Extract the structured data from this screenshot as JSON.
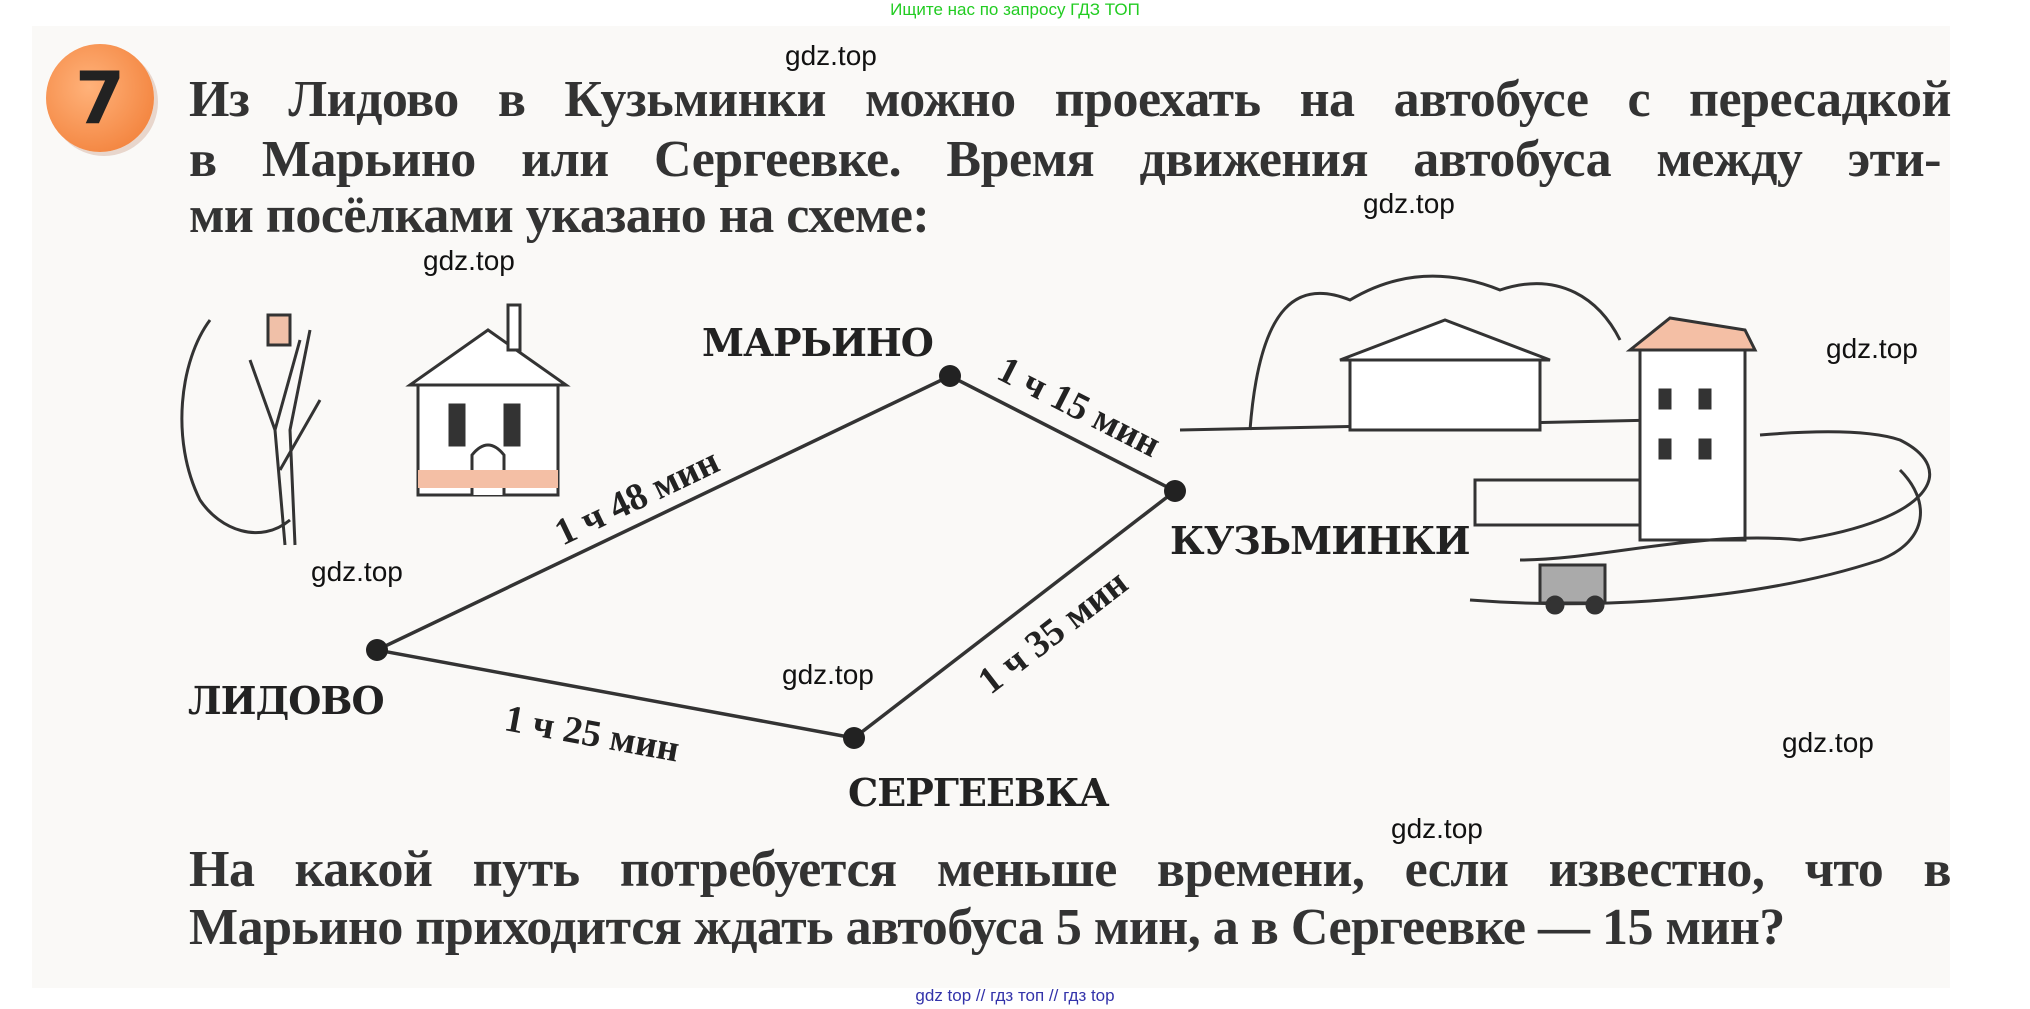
{
  "banner": "Ищите нас по запросу ГДЗ ТОП",
  "footer": "gdz top  //  гдз топ  //  гдз top",
  "task_number": "7",
  "problem_lines": [
    "Из Лидово в Кузьминки можно проехать на автобусе с пересадкой",
    "в Марьино или Сергеевке. Время движения автобуса между эти-",
    "ми посёлками указано на схеме:"
  ],
  "places": {
    "lidovo": "ЛИДОВО",
    "maryino": "МАРЬИНО",
    "kuzminki": "КУЗЬМИНКИ",
    "sergeevka": "СЕРГЕЕВКА"
  },
  "edges": {
    "lidovo_maryino": "1 ч 48 мин",
    "maryino_kuzminki": "1 ч 15 мин",
    "sergeevka_kuzminki": "1 ч 35 мин",
    "lidovo_sergeevka": "1 ч 25 мин"
  },
  "question_lines": [
    "На какой путь потребуется меньше времени, если известно, что в",
    "Марьино приходится ждать автобуса 5 мин, а в Сергеевке — 15 мин?"
  ],
  "watermark": "gdz.top"
}
